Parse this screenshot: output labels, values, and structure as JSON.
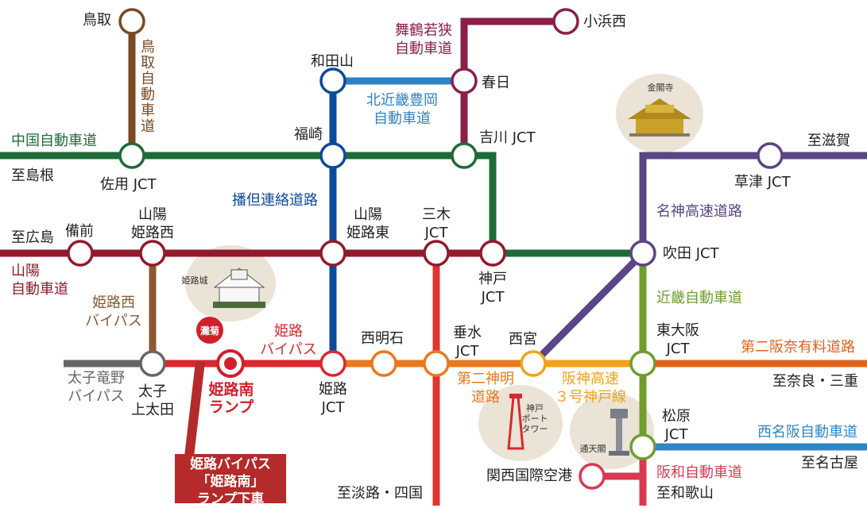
{
  "colors": {
    "chugoku": "#1e6b38",
    "tottori": "#7a4a22",
    "maizuru": "#8a1f4a",
    "kitakinki": "#2e83c2",
    "bantan": "#0d4a9c",
    "sanyo": "#93192d",
    "himejinishi": "#8a5a2f",
    "taishi": "#666666",
    "himeji_bypass": "#d9282f",
    "daini_shinmei": "#e8791e",
    "sanyo_south": "#e0342e",
    "hanshin3": "#f2a21a",
    "daini_hanna": "#e0641e",
    "meishin": "#5a4585",
    "kinki": "#6f9e2e",
    "nishimeihan": "#2e86c6",
    "hanwa": "#d83a52",
    "highlight": "#d0202c",
    "callout_bg": "#b52a2a"
  },
  "labels": {
    "tottori": "鳥取",
    "tottori_expwy": "鳥取自動車道",
    "maizuru_expwy": "舞鶴若狭\n自動車道",
    "obamanishi": "小浜西",
    "wadayama": "和田山",
    "kasuga": "春日",
    "kitakinki_expwy": "北近畿豊岡\n自動車道",
    "chugoku_expwy": "中国自動車道",
    "fukusaki": "福崎",
    "yokawa": "吉川 JCT",
    "to_shimane": "至島根",
    "sayo": "佐用 JCT",
    "bantan_road": "播但連絡道路",
    "to_shiga": "至滋賀",
    "kusatsu": "草津 JCT",
    "meishin_expwy": "名神高速道路",
    "to_hiroshima": "至広島",
    "bizen": "備前",
    "sanyo_himejinishi": "山陽\n姫路西",
    "sanyo_himejihigashi": "山陽\n姫路東",
    "miki": "三木\nJCT",
    "kobe_jct": "神戸\nJCT",
    "suita": "吹田 JCT",
    "sanyo_expwy": "山陽\n自動車道",
    "kinki_expwy": "近畿自動車道",
    "himejinishi_bypass": "姫路西\nバイパス",
    "himeji_bypass": "姫路\nバイパス",
    "nishiakashi": "西明石",
    "tarumi": "垂水\nJCT",
    "nishinomiya": "西宮",
    "higashiosaka": "東大阪\nJCT",
    "daini_hanna": "第二阪奈有料道路",
    "taishi_tatsuno": "太子竜野\nバイパス",
    "taishi_ueota": "太子\n上太田",
    "himeji_jct": "姫路\nJCT",
    "daini_shinmei": "第二神明\n道路",
    "hanshin3": "阪神高速\n３号神戸線",
    "to_nara": "至奈良・三重",
    "matsubara": "松原\nJCT",
    "nishimeihan": "西名阪自動車道",
    "to_nagoya": "至名古屋",
    "kansai_airport": "関西国際空港",
    "hanwa": "阪和自動車道",
    "to_awaji": "至淡路・四国",
    "to_wakayama": "至和歌山"
  },
  "highlight": {
    "badge": "灘菊",
    "ramp_label": "姫路南\nランプ",
    "callout": "姫路バイパス\n「姫路南」\nランプ下車"
  },
  "landmarks": {
    "kinkakuji": "金閣寺",
    "himeji_castle": "姫路城",
    "kobe_tower": "神戸\nポート\nタワー",
    "tsutenkaku": "通天閣"
  }
}
